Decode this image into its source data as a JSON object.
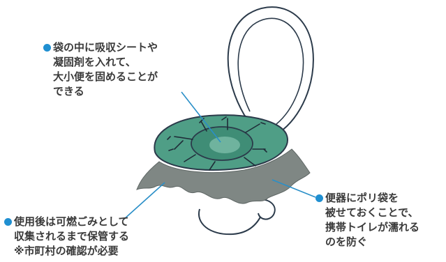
{
  "colors": {
    "accent_dot": "#1f8fd1",
    "leader_line": "#2a8fc8",
    "seat_fill": "#4f9e86",
    "bag_fill": "#7f8784",
    "outline": "#2b3a4a",
    "text": "#3a3a3a"
  },
  "callouts": {
    "absorb": {
      "lines": [
        "袋の中に吸収シートや",
        "凝固剤を入れて、",
        "大小便を固めることが",
        "できる"
      ]
    },
    "bag": {
      "lines": [
        "便器にポリ袋を",
        "被せておくことで、",
        "携帯トイレが濡れる",
        "のを防ぐ"
      ]
    },
    "dispose": {
      "lines": [
        "使用後は可燃ごみとして",
        "収集されるまで保管する",
        "※市町村の確認が必要"
      ]
    }
  }
}
